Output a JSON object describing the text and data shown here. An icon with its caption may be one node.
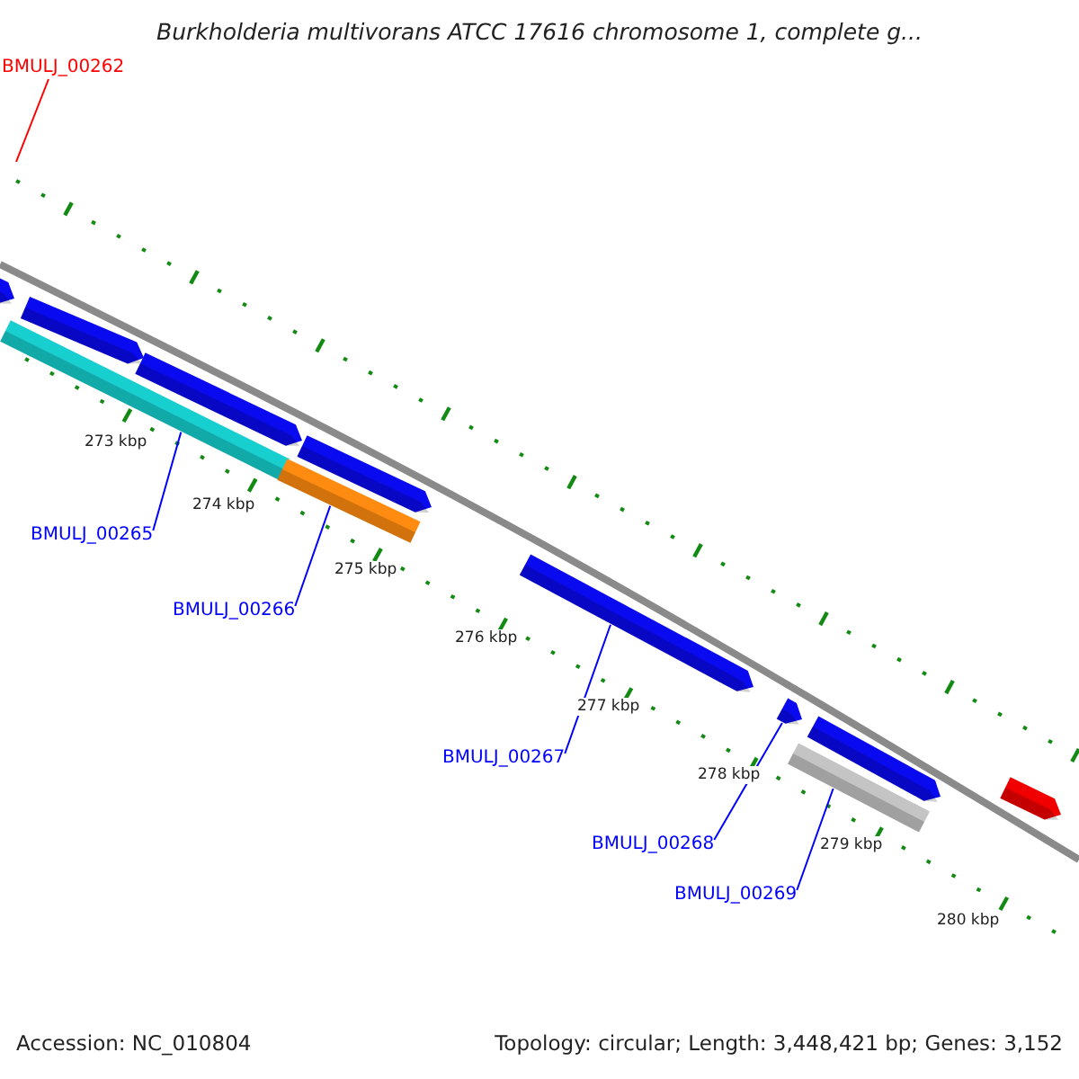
{
  "diagram": {
    "title": "Burkholderia multivorans ATCC 17616 chromosome 1, complete g...",
    "nodes": [
      {
        "text": [
          "BMULJ_00262"
        ]
      },
      {
        "text": [],
        "shape": "arrow"
      },
      {
        "text": [],
        "shape": "arrow"
      },
      {
        "text": [],
        "shape": "arrow"
      },
      {
        "text": [],
        "shape": "arrow"
      },
      {
        "text": [],
        "shape": "bar"
      },
      {
        "text": [],
        "shape": "bar"
      },
      {
        "text": [],
        "shape": "arrow"
      },
      {
        "text": [],
        "shape": "arrow"
      },
      {
        "text": [],
        "shape": "arrow"
      },
      {
        "text": [],
        "shape": "bar"
      },
      {
        "text": [],
        "shape": "arrow"
      },
      {
        "text": [
          "BMULJ_00265"
        ]
      },
      {
        "text": [
          "BMULJ_00266"
        ]
      },
      {
        "text": [
          "BMULJ_00267"
        ]
      },
      {
        "text": [
          "BMULJ_00268"
        ]
      },
      {
        "text": [
          "BMULJ_00269"
        ]
      }
    ],
    "edges": [
      {
        "from": 0,
        "to": null,
        "arrow": "none",
        "color": "#ff0000"
      },
      {
        "from": 12,
        "to": 5,
        "arrow": "none"
      },
      {
        "from": 13,
        "to": 6,
        "arrow": "none"
      },
      {
        "from": 14,
        "to": 7,
        "arrow": "none"
      },
      {
        "from": 15,
        "to": 8,
        "arrow": "none"
      },
      {
        "from": 16,
        "to": 10,
        "arrow": "none"
      }
    ],
    "labels": [
      "273 kbp",
      "274 kbp",
      "275 kbp",
      "276 kbp",
      "277 kbp",
      "278 kbp",
      "279 kbp",
      "280 kbp",
      "Accession: NC_010804",
      "Topology: circular; Length: 3,448,421 bp; Genes: 3,152"
    ]
  }
}
